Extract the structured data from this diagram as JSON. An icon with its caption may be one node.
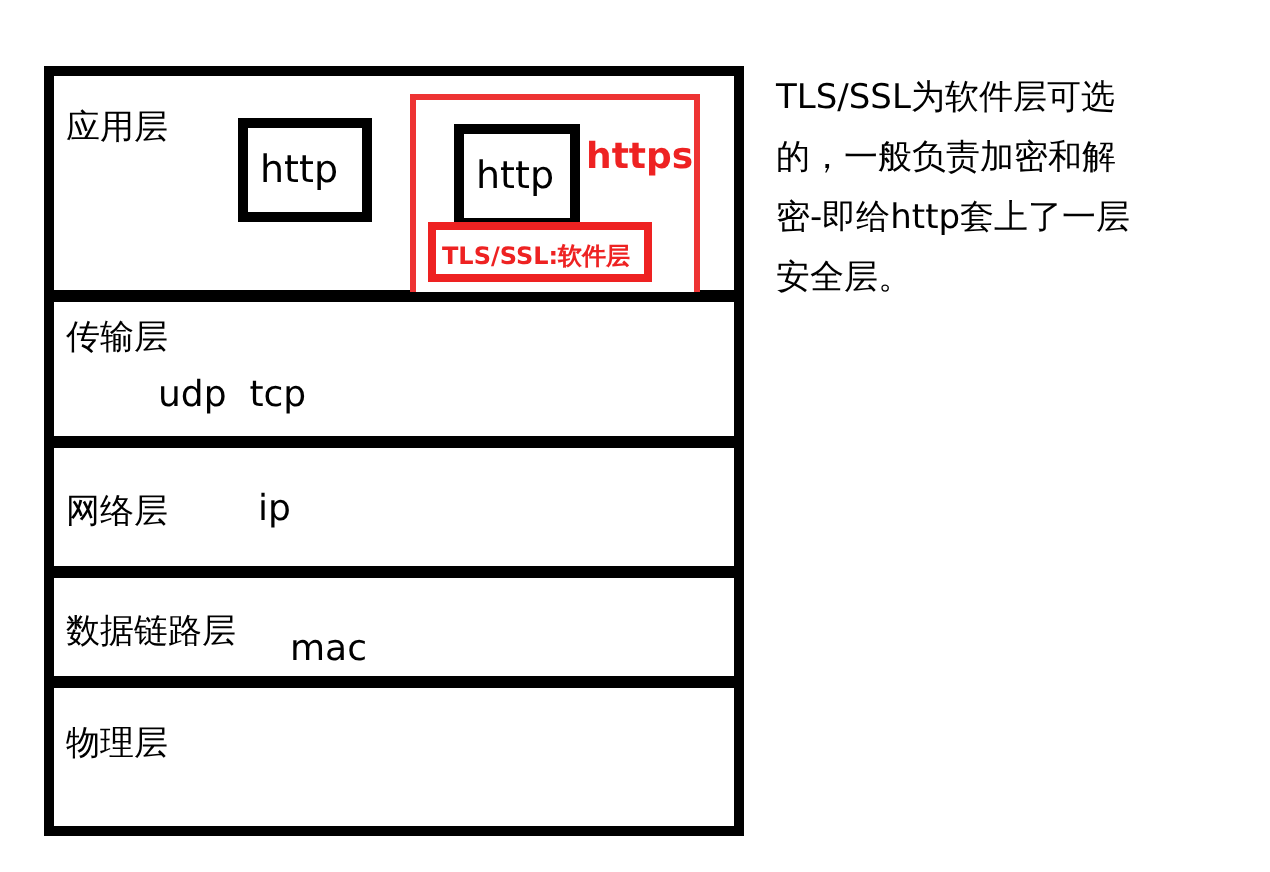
{
  "diagram": {
    "nodes": [
      {
        "text": [
          "应用层"
        ]
      },
      {
        "text": [
          "http"
        ],
        "in": 0
      },
      {
        "text": [
          "https"
        ],
        "in": 0
      },
      {
        "text": [
          "http"
        ],
        "in": 2
      },
      {
        "text": [
          "TLS/SSL:软件层"
        ],
        "in": 2
      },
      {
        "text": [
          "传输层",
          "udp  tcp"
        ]
      },
      {
        "text": [
          "网络层",
          "ip"
        ]
      },
      {
        "text": [
          "数据链路层",
          "mac"
        ]
      },
      {
        "text": [
          "物理层"
        ]
      }
    ],
    "edges": [],
    "labels": [
      "TLS/SSL为软件层可选的，一般负责加密和解密-即给http套上了一层安全层。"
    ]
  }
}
